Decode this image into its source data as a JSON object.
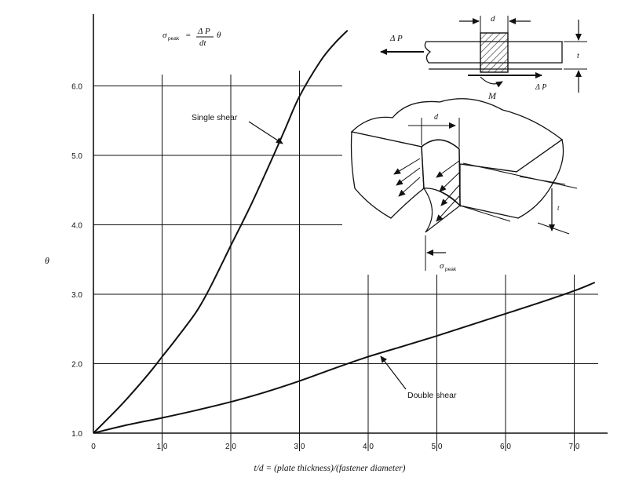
{
  "chart_data": {
    "type": "line",
    "xlabel": "t/d = (plate thickness)/(fastener diameter)",
    "ylabel": "θ",
    "xlim": [
      0,
      7.3
    ],
    "ylim": [
      1.0,
      7.0
    ],
    "x_ticks": [
      "0",
      "1.0",
      "2.0",
      "3.0",
      "4.0",
      "5.0",
      "6.0",
      "7.0"
    ],
    "y_ticks": [
      "1.0",
      "2.0",
      "3.0",
      "4.0",
      "5.0",
      "6.0"
    ],
    "grid": true,
    "series": [
      {
        "name": "Single shear",
        "x": [
          0.0,
          0.4,
          0.8,
          1.0,
          1.2,
          1.5,
          1.7,
          2.0,
          2.3,
          2.6,
          2.8,
          3.0,
          3.3,
          3.5,
          3.7
        ],
        "values": [
          1.0,
          1.4,
          1.85,
          2.1,
          2.35,
          2.75,
          3.1,
          3.7,
          4.3,
          4.95,
          5.4,
          5.85,
          6.35,
          6.6,
          6.8
        ]
      },
      {
        "name": "Double shear",
        "x": [
          0.0,
          0.5,
          1.0,
          1.5,
          2.0,
          2.5,
          3.0,
          3.5,
          4.0,
          4.5,
          5.0,
          5.5,
          6.0,
          6.5,
          7.0,
          7.3
        ],
        "values": [
          1.0,
          1.12,
          1.22,
          1.33,
          1.45,
          1.59,
          1.75,
          1.93,
          2.1,
          2.25,
          2.4,
          2.56,
          2.72,
          2.88,
          3.05,
          3.17
        ]
      }
    ],
    "formula": {
      "lhs": "σ",
      "lhs_sub": "peak",
      "eq": "=",
      "num": "Δ P",
      "den": "dt",
      "factor": "θ"
    }
  },
  "diagram_labels": {
    "d_top": "d",
    "dP_left": "Δ P",
    "t_top": "t",
    "M": "M",
    "dP_right": "Δ P",
    "d_mid": "d",
    "t_mid": "t",
    "sigma": "σ",
    "sigma_sub": "peak"
  }
}
